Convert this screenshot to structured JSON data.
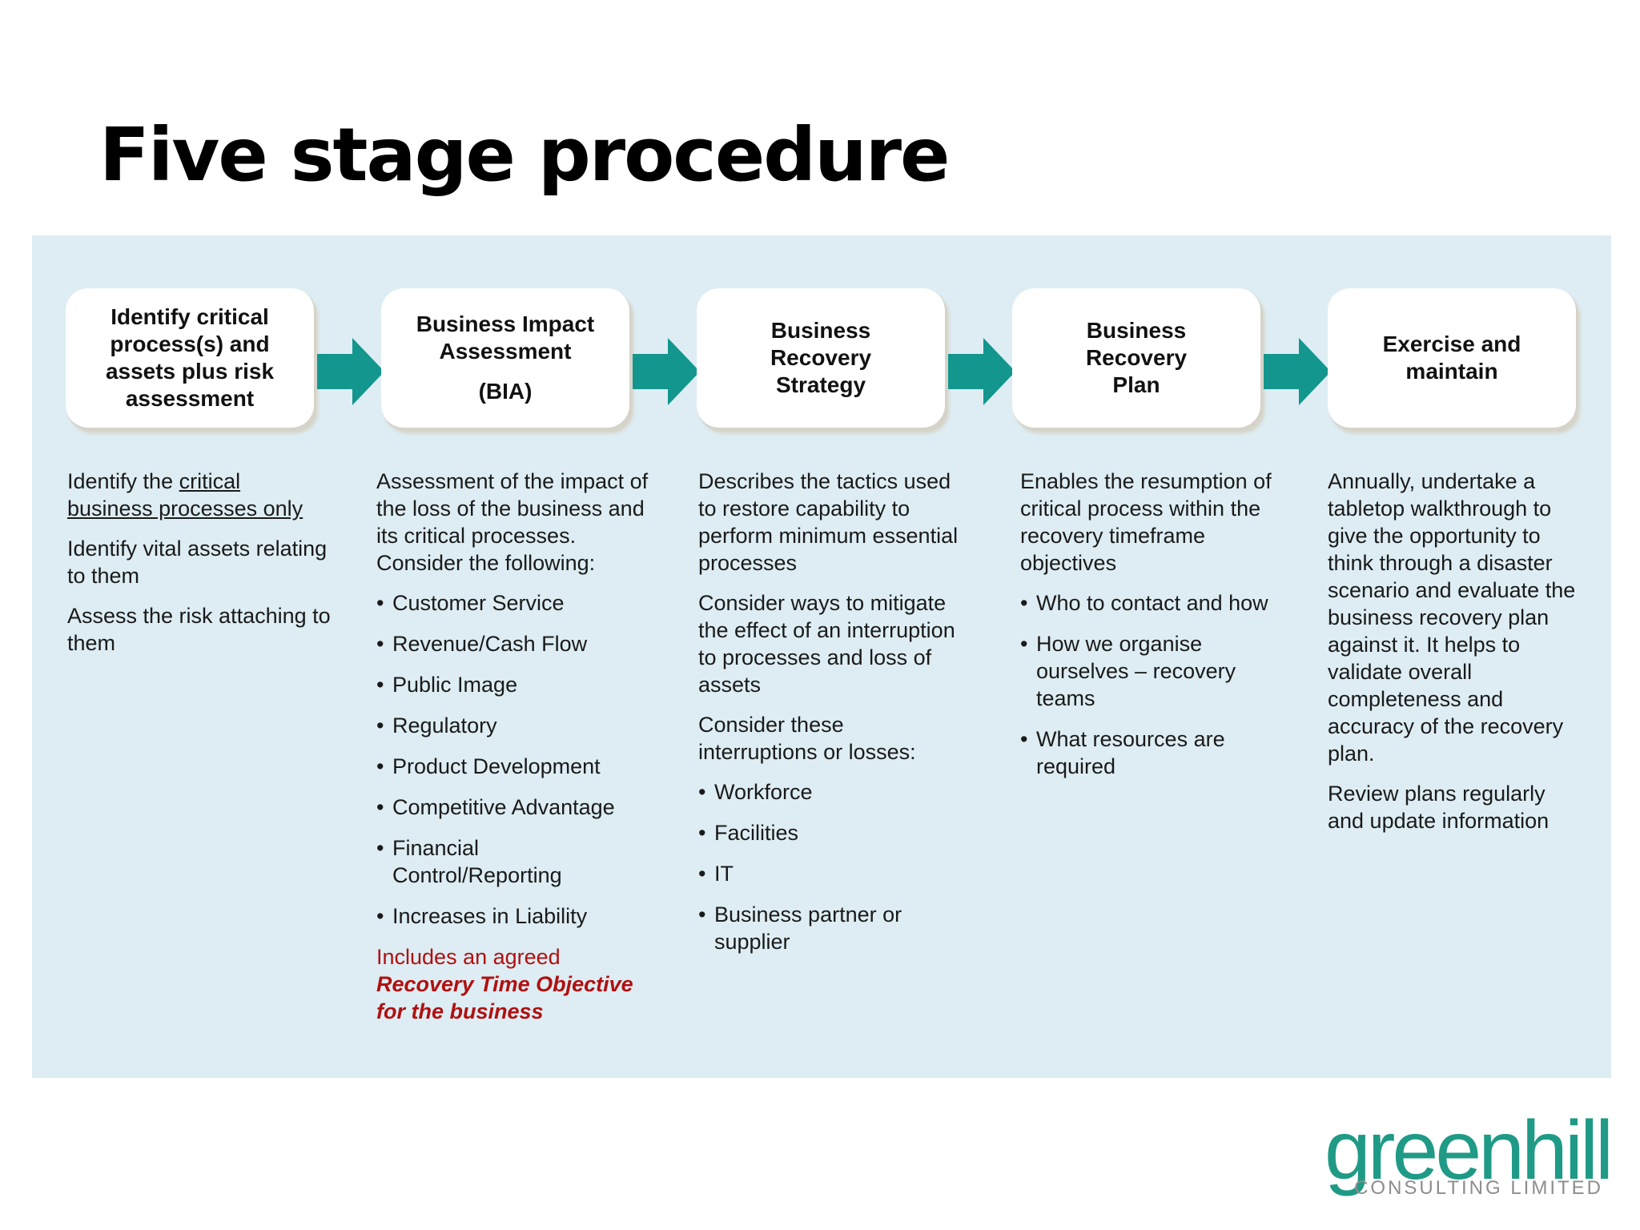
{
  "title": "Five stage procedure",
  "stages": [
    {
      "label": "Identify critical process(s) and assets plus risk assessment",
      "sub": ""
    },
    {
      "label": "Business Impact Assessment",
      "sub": "(BIA)"
    },
    {
      "label": "Business Recovery Strategy",
      "sub": ""
    },
    {
      "label": "Business Recovery Plan",
      "sub": ""
    },
    {
      "label": "Exercise and maintain",
      "sub": ""
    }
  ],
  "col1": {
    "p1_pre": "Identify the ",
    "p1_underlined": "critical business processes only",
    "p2": "Identify vital assets relating to them",
    "p3": "Assess the risk attaching to them"
  },
  "col2": {
    "intro": "Assessment of the impact of the loss of the business and its critical processes. Consider the following:",
    "bullets": [
      "Customer Service",
      "Revenue/Cash Flow",
      "Public Image",
      "Regulatory",
      "Product Development",
      "Competitive Advantage",
      "Financial Control/Reporting",
      "Increases in Liability"
    ],
    "note_plain": "Includes an agreed",
    "note_emphasis": "Recovery Time Objective for the business"
  },
  "col3": {
    "p1": "Describes the tactics used to restore capability to perform minimum essential processes",
    "p2": "Consider ways to mitigate the effect of an interruption to processes and loss of assets",
    "p3": "Consider these interruptions or losses:",
    "bullets": [
      "Workforce",
      "Facilities",
      "IT",
      "Business partner or supplier"
    ]
  },
  "col4": {
    "p1": "Enables the resumption of critical process within the recovery timeframe objectives",
    "bullets": [
      "Who to contact and how",
      "How we organise ourselves – recovery teams",
      "What resources are required"
    ]
  },
  "col5": {
    "p1": "Annually, undertake a tabletop walkthrough to give the opportunity to think through a disaster scenario and evaluate the business recovery plan against it. It helps to validate overall completeness and accuracy of the recovery plan.",
    "p2": "Review plans regularly and update information"
  },
  "logo": {
    "word": "greenhill",
    "sub": "CONSULTING LIMITED"
  },
  "colors": {
    "panel": "#ddedf3",
    "arrow": "#12968e",
    "note_red": "#b01010",
    "logo_green": "#1f9a86"
  }
}
